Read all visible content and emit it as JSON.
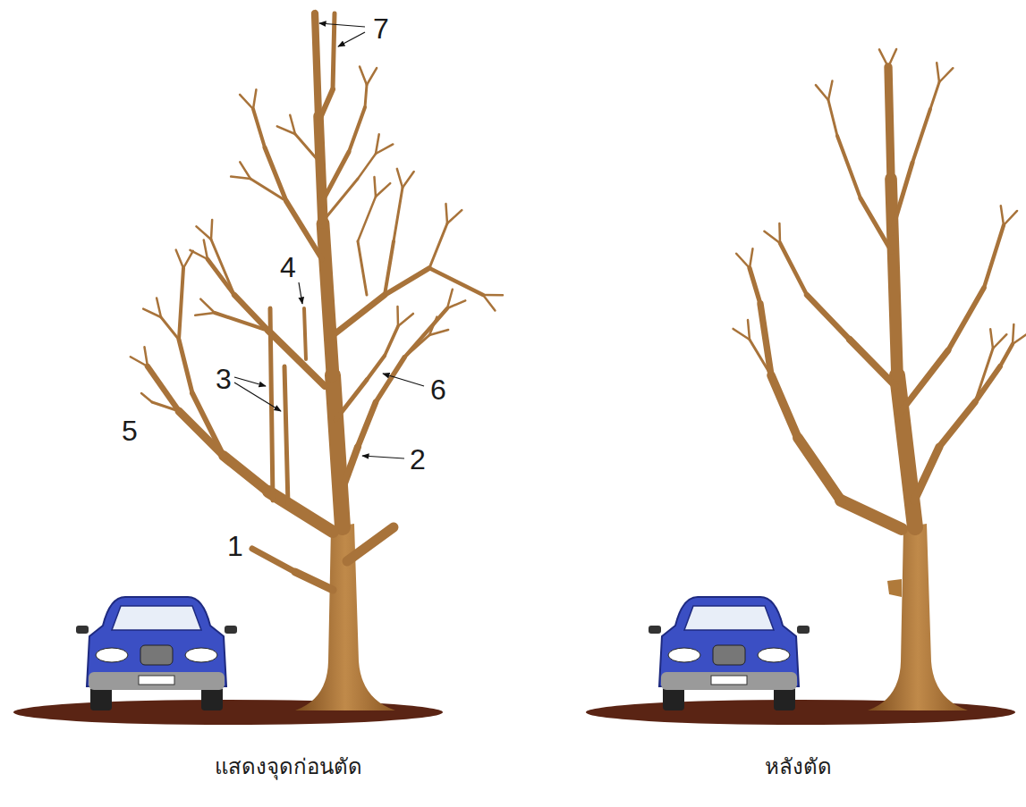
{
  "diagram": {
    "labels": [
      "7",
      "4",
      "3",
      "6",
      "5",
      "2",
      "1",
      "แสดงจุดก่อนตัด",
      "หลังตัด"
    ]
  }
}
